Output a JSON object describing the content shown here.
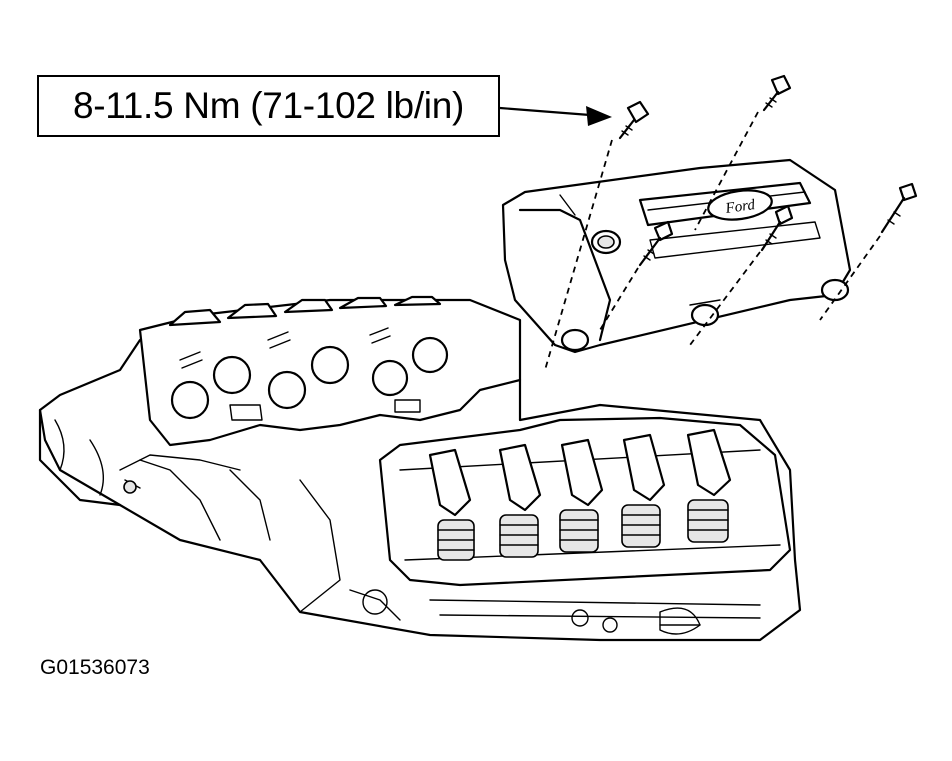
{
  "callout": {
    "torque_spec": "8-11.5 Nm (71-102 lb/in)"
  },
  "cover": {
    "brand_emblem": "Ford"
  },
  "figure": {
    "id": "G01536073"
  },
  "icons": {
    "arrow": "leader-arrow-icon",
    "bolt": "stud-bolt-icon"
  },
  "colors": {
    "ink": "#000000",
    "paper": "#ffffff"
  }
}
